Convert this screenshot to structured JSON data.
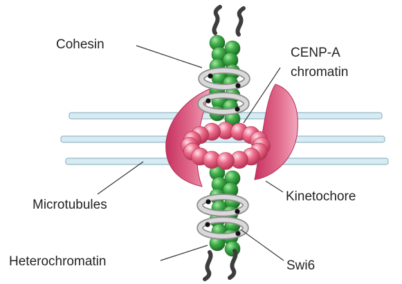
{
  "labels": {
    "cohesin": "Cohesin",
    "cenp_a_line1": "CENP-A",
    "cenp_a_line2": "chromatin",
    "microtubules": "Microtubules",
    "kinetochore": "Kinetochore",
    "heterochromatin": "Heterochromatin",
    "swi6": "Swi6"
  },
  "colors": {
    "heterochromatin_green": "#3fae49",
    "cenp_a_pink": "#e8607e",
    "kinetochore_magenta": "#d4426a",
    "cohesin_gray": "#bdbdbd",
    "microtubule_blue": "#cde4ec",
    "dna_dark": "#3d3d3d",
    "swi6_black": "#111111"
  }
}
